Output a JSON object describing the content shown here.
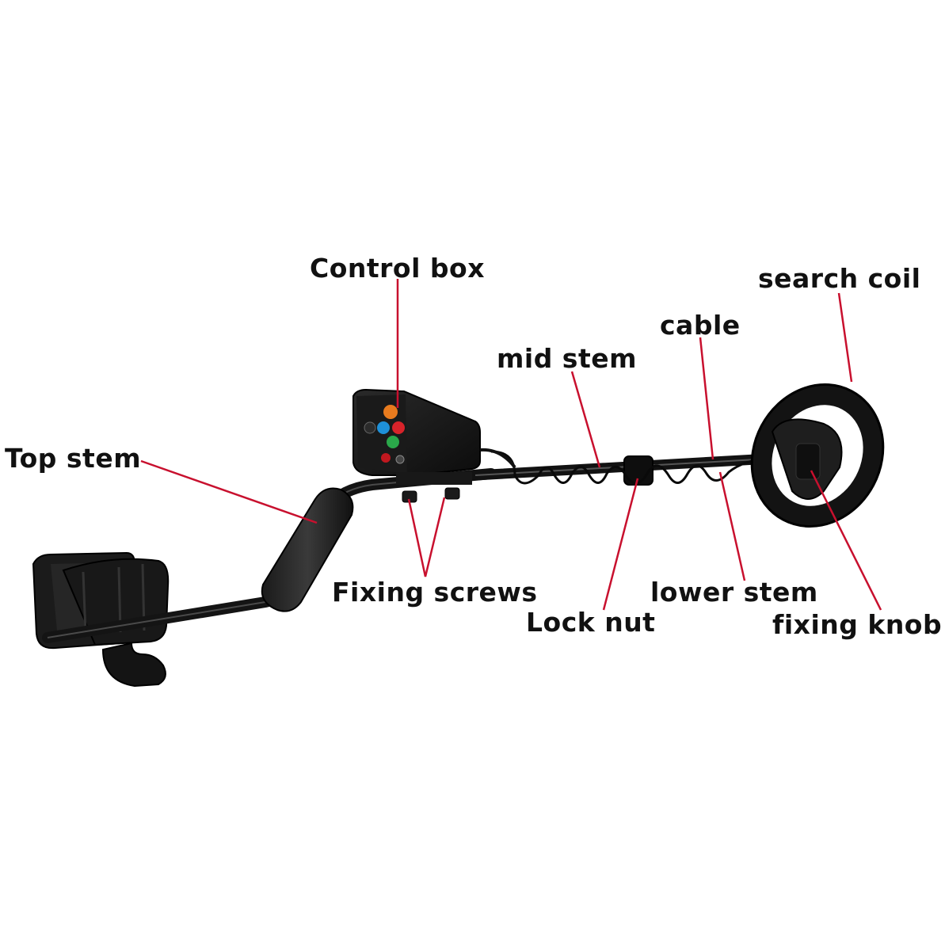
{
  "labels": {
    "control_box": "Control box",
    "search_coil": "search coil",
    "cable": "cable",
    "mid_stem": "mid stem",
    "top_stem": "Top stem",
    "fixing_screws": "Fixing screws",
    "lower_stem": "lower stem",
    "lock_nut": "Lock nut",
    "fixing_knob": "fixing knob"
  },
  "colors": {
    "background": "#ffffff",
    "leader_line": "#c8102e",
    "device_body": "#151515",
    "label_text": "#111111",
    "knob_orange": "#e87b1e",
    "knob_blue": "#1e90d8",
    "knob_green": "#2aa84a",
    "knob_red": "#d8232a"
  }
}
